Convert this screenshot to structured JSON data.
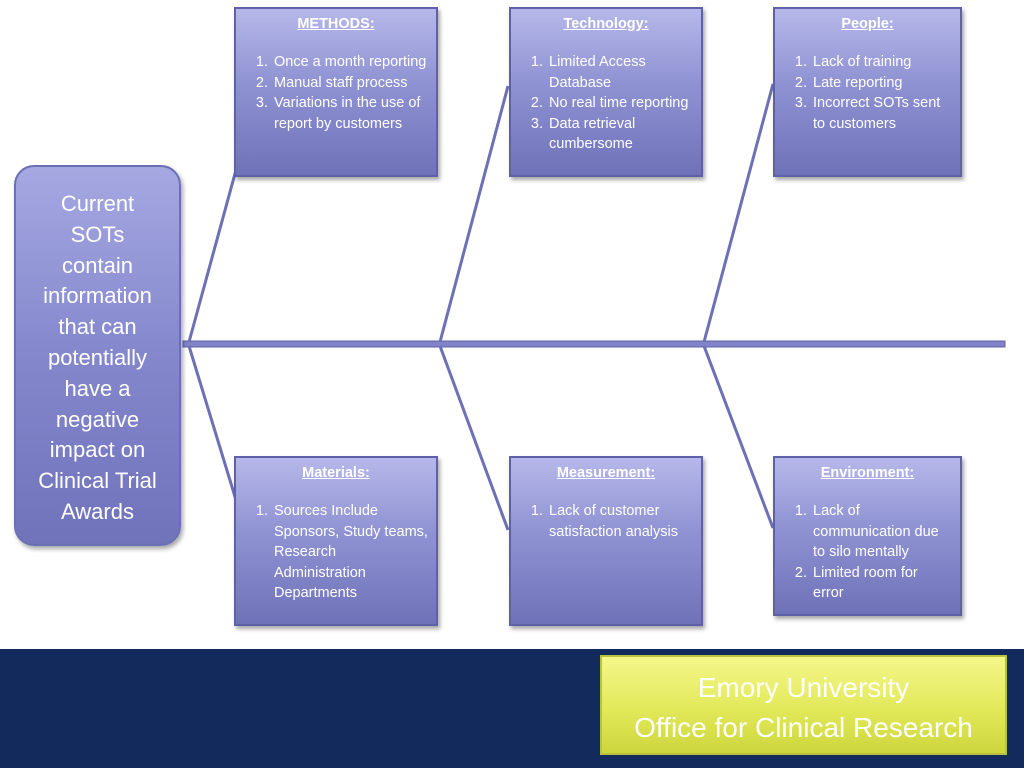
{
  "diagram": {
    "effect": {
      "lines": [
        "Current",
        "SOTs",
        "contain",
        "information",
        "that can",
        "potentially",
        "have a",
        "negative",
        "impact on",
        "Clinical Trial",
        "Awards"
      ]
    },
    "causes": {
      "methods": {
        "title": "METHODS:",
        "items": [
          "Once a month reporting",
          "Manual staff process",
          "Variations in the use of report by customers"
        ]
      },
      "technology": {
        "title": "Technology:",
        "items": [
          "Limited Access Database",
          "No real time reporting",
          "Data retrieval cumbersome"
        ]
      },
      "people": {
        "title": "People:",
        "items": [
          "Lack of training",
          "Late reporting",
          "Incorrect SOTs sent to customers"
        ]
      },
      "materials": {
        "title": "Materials:",
        "items": [
          "Sources Include Sponsors, Study teams, Research Administration Departments"
        ]
      },
      "measurement": {
        "title": "Measurement:",
        "items": [
          "Lack of customer satisfaction analysis"
        ]
      },
      "environment": {
        "title": "Environment:",
        "items": [
          "Lack of communication due to silo mentally",
          "Limited room for error"
        ]
      }
    },
    "colors": {
      "box": "#8f92d2",
      "spine": "#6d70b4",
      "footer_band": "#132a5c",
      "footer_box": "#e2e95a"
    }
  },
  "footer": {
    "line1": "Emory University",
    "line2": "Office for Clinical Research"
  }
}
